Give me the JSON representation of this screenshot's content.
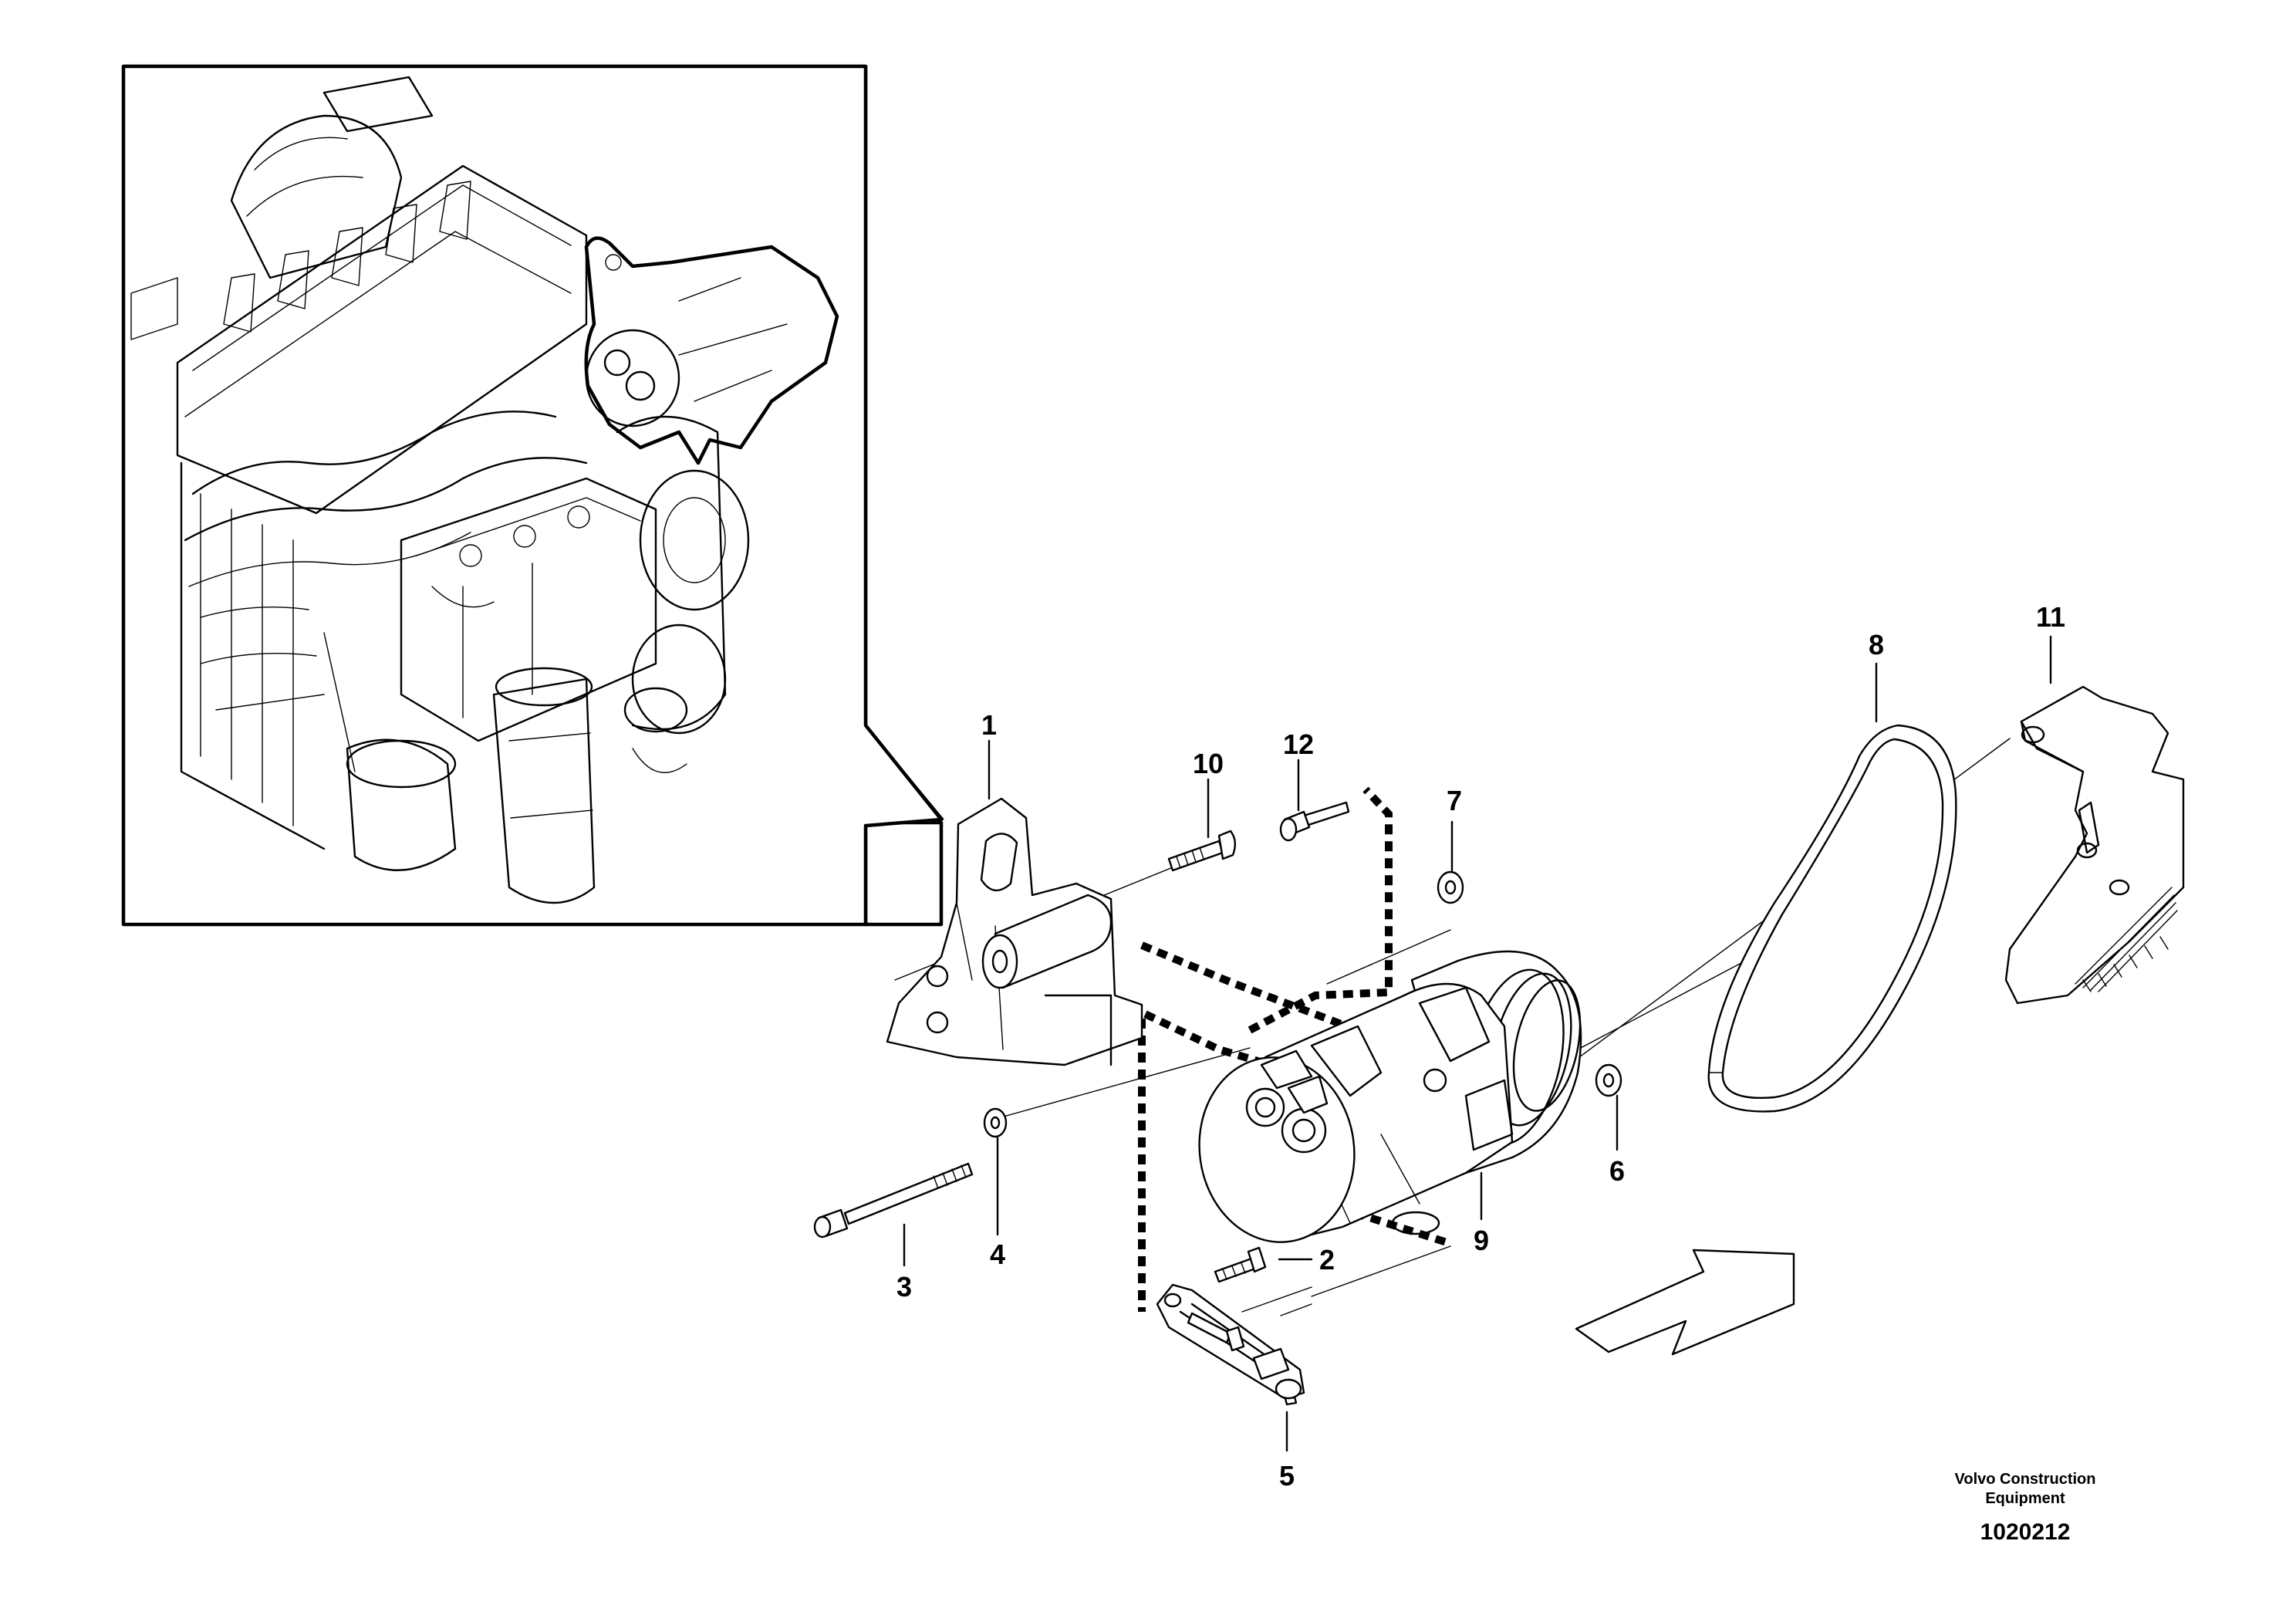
{
  "callouts": {
    "c1": "1",
    "c2": "2",
    "c3": "3",
    "c4": "4",
    "c5": "5",
    "c6": "6",
    "c7": "7",
    "c8": "8",
    "c9": "9",
    "c10": "10",
    "c11": "11",
    "c12": "12"
  },
  "footer": {
    "company_line1": "Volvo Construction",
    "company_line2": "Equipment",
    "document_number": "1020212"
  },
  "icons": {
    "direction_arrow": "view-direction-arrow-icon"
  }
}
